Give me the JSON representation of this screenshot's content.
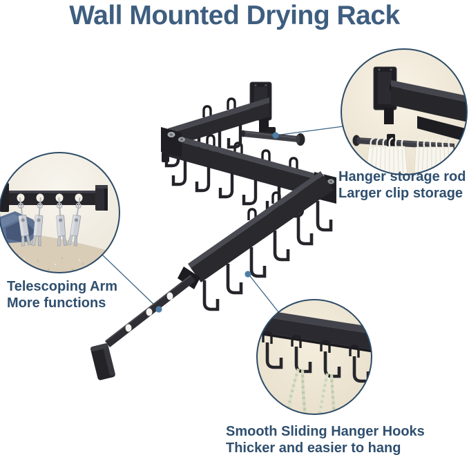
{
  "title": "Wall Mounted Drying Rack",
  "callouts": {
    "hanger_rod": {
      "line1": "Hanger storage rod",
      "line2": "Larger clip storage"
    },
    "telescoping_arm": {
      "line1": "Telescoping Arm",
      "line2": "More functions"
    },
    "hanger_hooks": {
      "line1": "Smooth Sliding Hanger Hooks",
      "line2": "Thicker and easier to hang"
    }
  },
  "colors": {
    "background": "#ffffff",
    "title_text": "#3e5e80",
    "label_text": "#2f4f6f",
    "leader_line": "#3c6486",
    "marker_dot": "#4d7ea8",
    "callout_ring": "#2d4b66",
    "rack_metal": "#26262b",
    "wall_inside_callouts": "#f2ebdb",
    "hangers_white": "#f9f7f1",
    "clip_metal": "#c9cdd3",
    "rope": "#dde2cb"
  }
}
